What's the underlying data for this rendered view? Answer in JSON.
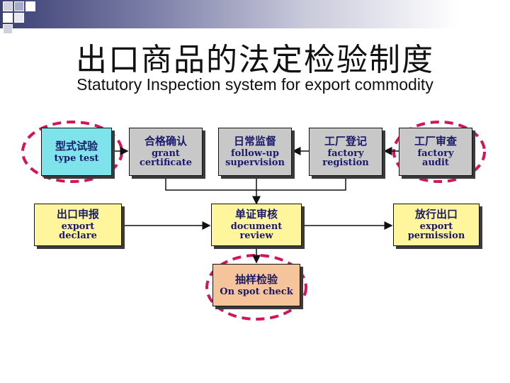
{
  "header": {
    "title_cn": "出口商品的法定检验制度",
    "title_en": "Statutory Inspection system for export commodity"
  },
  "colors": {
    "cyan_box": "#7ee3ea",
    "gray_box": "#c8c8c8",
    "yellow_box": "#fff59d",
    "peach_box": "#f6c49a",
    "dashed_circle": "#d4145a",
    "box_text": "#1a1a6a"
  },
  "boxes": {
    "type_test": {
      "cn": "型式试验",
      "en_1": "type test",
      "en_2": ""
    },
    "grant": {
      "cn": "合格确认",
      "en_1": "grant",
      "en_2": "certificate"
    },
    "follow_up": {
      "cn": "日常监督",
      "en_1": "follow-up",
      "en_2": "supervision"
    },
    "factory_reg": {
      "cn": "工厂登记",
      "en_1": "factory",
      "en_2": "registion"
    },
    "factory_audit": {
      "cn": "工厂审查",
      "en_1": "factory",
      "en_2": "audit"
    },
    "export_declare": {
      "cn": "出口申报",
      "en_1": "export",
      "en_2": "declare"
    },
    "doc_review": {
      "cn": "单证审核",
      "en_1": "document",
      "en_2": "review"
    },
    "export_perm": {
      "cn": "放行出口",
      "en_1": "export",
      "en_2": "permission"
    },
    "spot_check": {
      "cn": "抽样检验",
      "en_1": "On spot check",
      "en_2": ""
    }
  }
}
